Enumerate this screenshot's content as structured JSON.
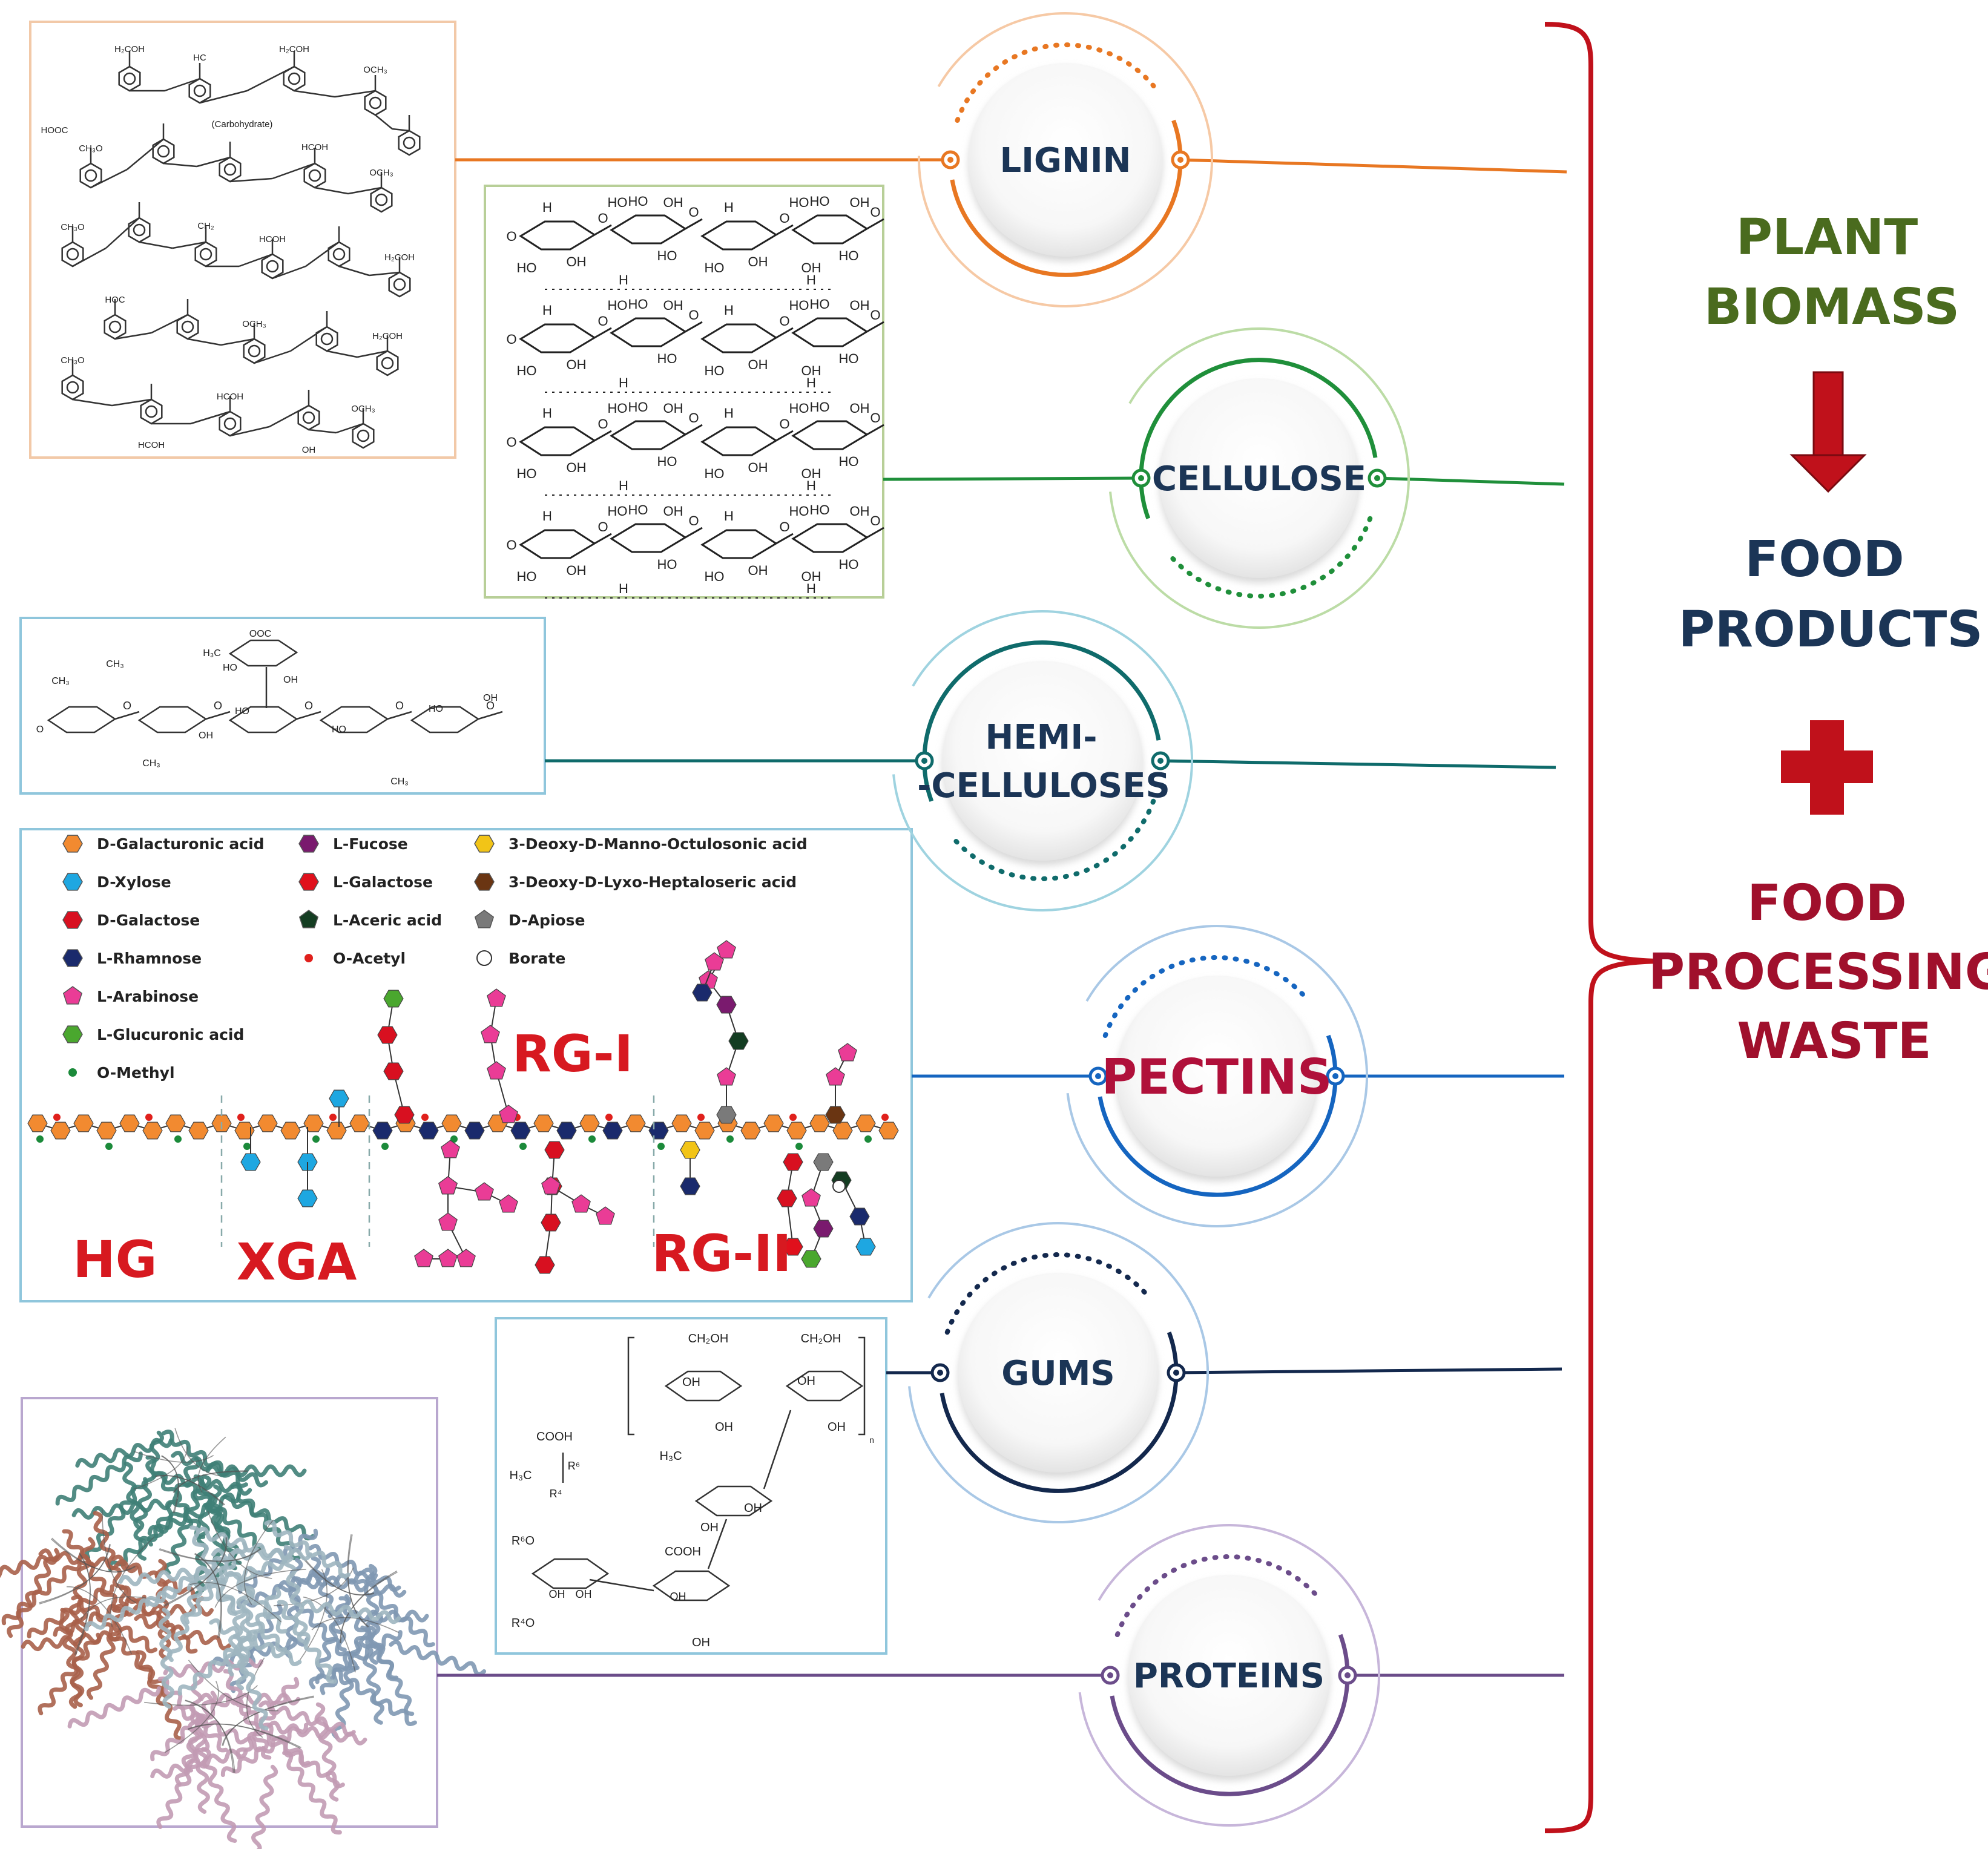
{
  "nodes": {
    "lignin": {
      "label": "LIGNIN",
      "color": "#e87722",
      "pale": "#f6c9a5"
    },
    "cellulose": {
      "label": "CELLULOSE",
      "color": "#1f8f3a",
      "pale": "#bcdca6"
    },
    "hemicelluloses": {
      "label_line1": "HEMI-",
      "label_line2": "-CELLULOSES",
      "color": "#0f6b6b",
      "pale": "#9fd3e0"
    },
    "pectins": {
      "label": "PECTINS",
      "color": "#1565c0",
      "pale": "#a9c8e6",
      "text_color": "#b0103a"
    },
    "gums": {
      "label": "GUMS",
      "color": "#13284d",
      "pale": "#a9c8e6"
    },
    "proteins": {
      "label": "PROTEINS",
      "color": "#6b4c8a",
      "pale": "#c7b6da"
    }
  },
  "right_panel": {
    "plant_biomass_line1": "PLANT",
    "plant_biomass_line2": "BIOMASS",
    "food_products_line1": "FOOD",
    "food_products_line2": "PRODUCTS",
    "food_waste_line1": "FOOD",
    "food_waste_line2": "PROCESSING",
    "food_waste_line3": "WASTE",
    "plant_color": "#4a6b1e",
    "products_color": "#1b3556",
    "waste_color": "#a0102c",
    "accent_red": "#c0111b"
  },
  "pectin_legend": [
    {
      "name": "D-Galacturonic acid",
      "color": "#f28a30",
      "shape": "hexagon"
    },
    {
      "name": "D-Xylose",
      "color": "#1ea7e1",
      "shape": "hexagon"
    },
    {
      "name": "D-Galactose",
      "color": "#d81020",
      "shape": "hexagon"
    },
    {
      "name": "L-Rhamnose",
      "color": "#1a2a6c",
      "shape": "hexagon"
    },
    {
      "name": "L-Arabinose",
      "color": "#ea3c96",
      "shape": "pentagon"
    },
    {
      "name": "L-Glucuronic acid",
      "color": "#4aa72e",
      "shape": "hexagon"
    },
    {
      "name": "O-Methyl",
      "color": "#1b8a3a",
      "shape": "dot"
    },
    {
      "name": "L-Fucose",
      "color": "#7a1a6e",
      "shape": "hexagon"
    },
    {
      "name": "L-Galactose",
      "color": "#e0101c",
      "shape": "hexagon"
    },
    {
      "name": "L-Aceric acid",
      "color": "#143d22",
      "shape": "pentagon"
    },
    {
      "name": "O-Acetyl",
      "color": "#e0201c",
      "shape": "dot"
    },
    {
      "name": "3-Deoxy-D-Manno-Octulosonic acid",
      "color": "#f2c417",
      "shape": "hexagon"
    },
    {
      "name": "3-Deoxy-D-Lyxo-Heptaloseric acid",
      "color": "#6a3512",
      "shape": "hexagon"
    },
    {
      "name": "D-Apiose",
      "color": "#7a7a7a",
      "shape": "pentagon"
    },
    {
      "name": "Borate",
      "color": "#ffffff",
      "shape": "circle"
    }
  ],
  "pectin_regions": {
    "hg": "HG",
    "xga": "XGA",
    "rg1": "RG-I",
    "rg2": "RG-II",
    "color": "#d71920"
  },
  "chem_labels": {
    "ho": "HO",
    "oh": "OH",
    "h": "H",
    "o": "O",
    "ch2oh": "CH₂OH",
    "cooh": "COOH",
    "h3c": "H₃C",
    "ooc": "OOC",
    "ch3": "CH₃",
    "r6": "R⁶",
    "r4": "R⁴",
    "r6o": "R⁶O",
    "r4o": "R⁴O",
    "n": "n",
    "carbohydrate": "(Carbohydrate)",
    "och3": "OCH₃",
    "h2coh": "H₂COH",
    "hc": "HC",
    "ch2": "CH₂",
    "hcoh": "HCOH",
    "hoc": "HOC",
    "ch3o": "CH₃O",
    "hooc": "HOOC"
  }
}
